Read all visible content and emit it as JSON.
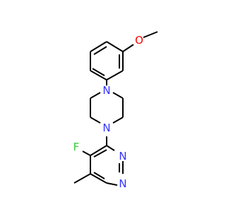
{
  "molecule": {
    "colors": {
      "bond": "#000000",
      "N": "#3333ff",
      "O": "#ff0000",
      "F": "#33cc33",
      "background": "#ffffff"
    },
    "atoms": [
      {
        "id": "o1",
        "label": "O",
        "element": "O"
      },
      {
        "id": "n_pip_top",
        "label": "N",
        "element": "N"
      },
      {
        "id": "n_pip_bot",
        "label": "N",
        "element": "N"
      },
      {
        "id": "f1",
        "label": "F",
        "element": "F"
      },
      {
        "id": "n_pyr_right",
        "label": "N",
        "element": "N"
      },
      {
        "id": "n_pyr_bot",
        "label": "N",
        "element": "N"
      }
    ]
  }
}
